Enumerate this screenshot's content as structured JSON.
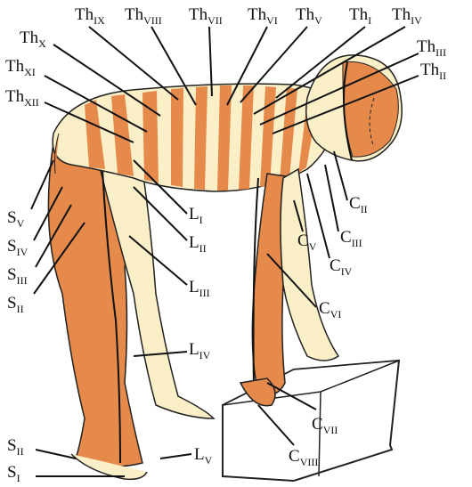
{
  "labels": {
    "th9": {
      "main": "Th",
      "sub": "IX"
    },
    "th8": {
      "main": "Th",
      "sub": "VIII"
    },
    "th7": {
      "main": "Th",
      "sub": "VII"
    },
    "th6": {
      "main": "Th",
      "sub": "VI"
    },
    "th5": {
      "main": "Th",
      "sub": "V"
    },
    "th1": {
      "main": "Th",
      "sub": "I"
    },
    "th4": {
      "main": "Th",
      "sub": "IV"
    },
    "th10": {
      "main": "Th",
      "sub": "X"
    },
    "th3": {
      "main": "Th",
      "sub": "III"
    },
    "th11": {
      "main": "Th",
      "sub": "XI"
    },
    "th2": {
      "main": "Th",
      "sub": "II"
    },
    "th12": {
      "main": "Th",
      "sub": "XII"
    },
    "c2": {
      "main": "C",
      "sub": "II"
    },
    "l1": {
      "main": "L",
      "sub": "I"
    },
    "c3": {
      "main": "C",
      "sub": "III"
    },
    "l2": {
      "main": "L",
      "sub": "II"
    },
    "c5": {
      "main": "C",
      "sub": "V"
    },
    "c4": {
      "main": "C",
      "sub": "IV"
    },
    "s5": {
      "main": "S",
      "sub": "V"
    },
    "s4": {
      "main": "S",
      "sub": "IV"
    },
    "s3": {
      "main": "S",
      "sub": "III"
    },
    "l3": {
      "main": "L",
      "sub": "III"
    },
    "s2": {
      "main": "S",
      "sub": "II"
    },
    "c6": {
      "main": "C",
      "sub": "VI"
    },
    "l4": {
      "main": "L",
      "sub": "IV"
    },
    "c7": {
      "main": "C",
      "sub": "VII"
    },
    "s2b": {
      "main": "S",
      "sub": "II"
    },
    "l5": {
      "main": "L",
      "sub": "V"
    },
    "c8": {
      "main": "C",
      "sub": "VIII"
    },
    "s1": {
      "main": "S",
      "sub": "I"
    }
  },
  "colors": {
    "dark_dermatome": "#d9773a",
    "mid_dermatome": "#eea468",
    "light_dermatome": "#fbefc8",
    "outline": "#1a1a1a",
    "box_fill": "#ffffff"
  }
}
